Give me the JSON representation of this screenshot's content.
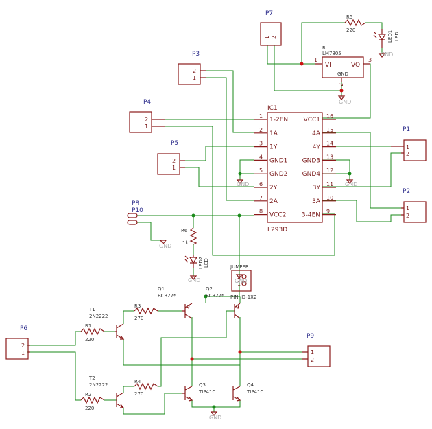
{
  "header": {
    "refs": {
      "ic1": "IC1",
      "r": "R",
      "p1": "P1",
      "p2": "P2",
      "p3": "P3",
      "p4": "P4",
      "p5": "P5",
      "p6": "P6",
      "p7": "P7",
      "p8": "P8",
      "p9": "P9",
      "p10": "P10",
      "r1": "R1",
      "r2": "R2",
      "r3": "R3",
      "r4": "R4",
      "r5": "R5",
      "r6": "R6",
      "q1": "Q1",
      "q2": "Q2",
      "q3": "Q3",
      "q4": "Q4",
      "t1": "T1",
      "t2": "T2",
      "led1": "LED1",
      "led2": "LED2",
      "jumper": "JUMPER"
    }
  },
  "values": {
    "l293d": "L293D",
    "lm7805": "LM7805",
    "bc327a": "BC327*",
    "bc327b": "BC327*",
    "tip41a": "TIP41C",
    "tip41b": "TIP41C",
    "n2222a": "2N2222",
    "n2222b": "2N2222",
    "r1": "220",
    "r2": "220",
    "r3": "270",
    "r4": "270",
    "r5": "220",
    "r6": "1k",
    "led1": "LED",
    "led2": "LED",
    "pinhd": "PINHD-1X2"
  },
  "regulator": {
    "vi": "VI",
    "vo": "VO",
    "gnd": "GND",
    "pin1": "1",
    "pin2": "2",
    "pin3": "3"
  },
  "ic_pins": {
    "left": [
      {
        "num": "1",
        "name": "1-2EN"
      },
      {
        "num": "2",
        "name": "1A"
      },
      {
        "num": "3",
        "name": "1Y"
      },
      {
        "num": "4",
        "name": "GND1"
      },
      {
        "num": "5",
        "name": "GND2"
      },
      {
        "num": "6",
        "name": "2Y"
      },
      {
        "num": "7",
        "name": "2A"
      },
      {
        "num": "8",
        "name": "VCC2"
      }
    ],
    "right": [
      {
        "num": "16",
        "name": "VCC1"
      },
      {
        "num": "15",
        "name": "4A"
      },
      {
        "num": "14",
        "name": "4Y"
      },
      {
        "num": "13",
        "name": "GND3"
      },
      {
        "num": "12",
        "name": "GND4"
      },
      {
        "num": "11",
        "name": "3Y"
      },
      {
        "num": "10",
        "name": "3A"
      },
      {
        "num": "9",
        "name": "3-4EN"
      }
    ]
  },
  "connector_pins": {
    "n1": "1",
    "n2": "2"
  },
  "ground_labels": {
    "gnd1": "GND",
    "gnd2": "GND",
    "gnd3": "GND",
    "gnd4": "GND",
    "gnd5": "GND",
    "gnd6": "GND",
    "gnd7": "GND",
    "gnd8": "GND"
  },
  "colors": {
    "symbol": "#8b1a1a",
    "wire": "#1a8a1a",
    "reference": "#2a2a8a",
    "ground_label": "#aaaaaa"
  }
}
